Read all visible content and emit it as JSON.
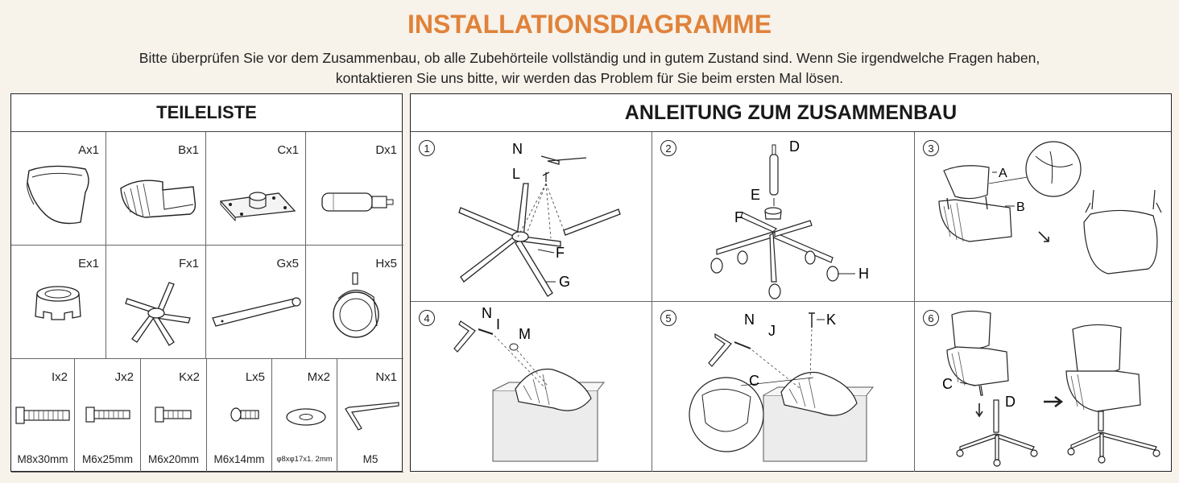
{
  "header": {
    "title": "INSTALLATIONSDIAGRAMME",
    "subtitle_line1": "Bitte überprüfen Sie vor dem Zusammenbau, ob alle Zubehörteile vollständig und in gutem Zustand sind. Wenn Sie irgendwelche Fragen haben,",
    "subtitle_line2": "kontaktieren Sie uns bitte, wir werden das Problem für Sie beim ersten Mal lösen."
  },
  "parts_list": {
    "title": "TEILELISTE",
    "parts": [
      {
        "label": "Ax1"
      },
      {
        "label": "Bx1"
      },
      {
        "label": "Cx1"
      },
      {
        "label": "Dx1"
      },
      {
        "label": "Ex1"
      },
      {
        "label": "Fx1"
      },
      {
        "label": "Gx5"
      },
      {
        "label": "Hx5"
      }
    ],
    "hardware": [
      {
        "label": "Ix2",
        "size": "M8x30mm"
      },
      {
        "label": "Jx2",
        "size": "M6x25mm"
      },
      {
        "label": "Kx2",
        "size": "M6x20mm"
      },
      {
        "label": "Lx5",
        "size": "M6x14mm"
      },
      {
        "label": "Mx2",
        "size": "φ8xφ17x1. 2mm"
      },
      {
        "label": "Nx1",
        "size": "M5"
      }
    ]
  },
  "assembly": {
    "title": "ANLEITUNG ZUM ZUSAMMENBAU",
    "steps": [
      {
        "number": "1",
        "callouts": [
          "N",
          "L",
          "F",
          "G"
        ]
      },
      {
        "number": "2",
        "callouts": [
          "D",
          "E",
          "F",
          "H"
        ]
      },
      {
        "number": "3",
        "callouts": [
          "A",
          "B"
        ]
      },
      {
        "number": "4",
        "callouts": [
          "N",
          "I",
          "M"
        ]
      },
      {
        "number": "5",
        "callouts": [
          "N",
          "J",
          "K",
          "C"
        ]
      },
      {
        "number": "6",
        "callouts": [
          "C",
          "D"
        ]
      }
    ]
  },
  "colors": {
    "title": "#e0823a",
    "background": "#f7f2ea",
    "line": "#222222"
  }
}
